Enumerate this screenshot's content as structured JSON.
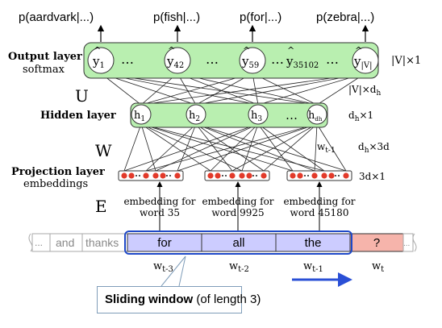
{
  "outputs": {
    "aardvark": "p(aardvark|...)",
    "fish": "p(fish|...)",
    "for": "p(for|...)",
    "zebra": "p(zebra|...)"
  },
  "layers": {
    "output": {
      "title": "Output layer",
      "subtitle": "softmax",
      "dim": "|V|×1"
    },
    "hidden": {
      "title": "Hidden layer",
      "dim_main": "d",
      "dim_sub": "h",
      "dim_tail": "×1"
    },
    "projection": {
      "title": "Projection layer",
      "subtitle": "embeddings",
      "dim": "3d×1"
    }
  },
  "matrices": {
    "U": "U",
    "W": "W",
    "E": "E"
  },
  "dims": {
    "u_main": "|V|×d",
    "u_sub": "h",
    "w_main": "d",
    "w_sub": "h",
    "w_tail": "×3d"
  },
  "y_nodes": [
    {
      "base": "y",
      "sub": "1"
    },
    {
      "base": "y",
      "sub": "42"
    },
    {
      "base": "y",
      "sub": "59"
    },
    {
      "base": "y",
      "sub": "35102"
    },
    {
      "base": "y",
      "sub": "|V|"
    }
  ],
  "h_nodes": [
    {
      "base": "h",
      "sub": "1"
    },
    {
      "base": "h",
      "sub": "2"
    },
    {
      "base": "h",
      "sub": "3"
    },
    {
      "base": "h",
      "sub": "dh"
    }
  ],
  "ellipsis": "…",
  "embedding_captions": [
    {
      "line1": "embedding for",
      "line2": "word 35"
    },
    {
      "line1": "embedding for",
      "line2": "word 9925"
    },
    {
      "line1": "embedding for",
      "line2": "word 45180"
    }
  ],
  "wt1_label": {
    "base": "w",
    "sub": "t-1"
  },
  "tokens": {
    "ellipsis": "...",
    "and": "and",
    "thanks": "thanks",
    "for": "for",
    "all": "all",
    "the": "the",
    "q": "?"
  },
  "positions": [
    {
      "base": "w",
      "sub": "t-3"
    },
    {
      "base": "w",
      "sub": "t-2"
    },
    {
      "base": "w",
      "sub": "t-1"
    },
    {
      "base": "w",
      "sub": "t"
    }
  ],
  "callout": {
    "bold": "Sliding window",
    "rest": " (of length 3)"
  },
  "colors": {
    "layer_fill": "#b9efb0",
    "window_fill": "#ccccff",
    "window_border": "#1f49c8",
    "target_fill": "#f6b4ab",
    "unit_red": "#e23a2a",
    "arrow_blue": "#2a4fd6"
  }
}
